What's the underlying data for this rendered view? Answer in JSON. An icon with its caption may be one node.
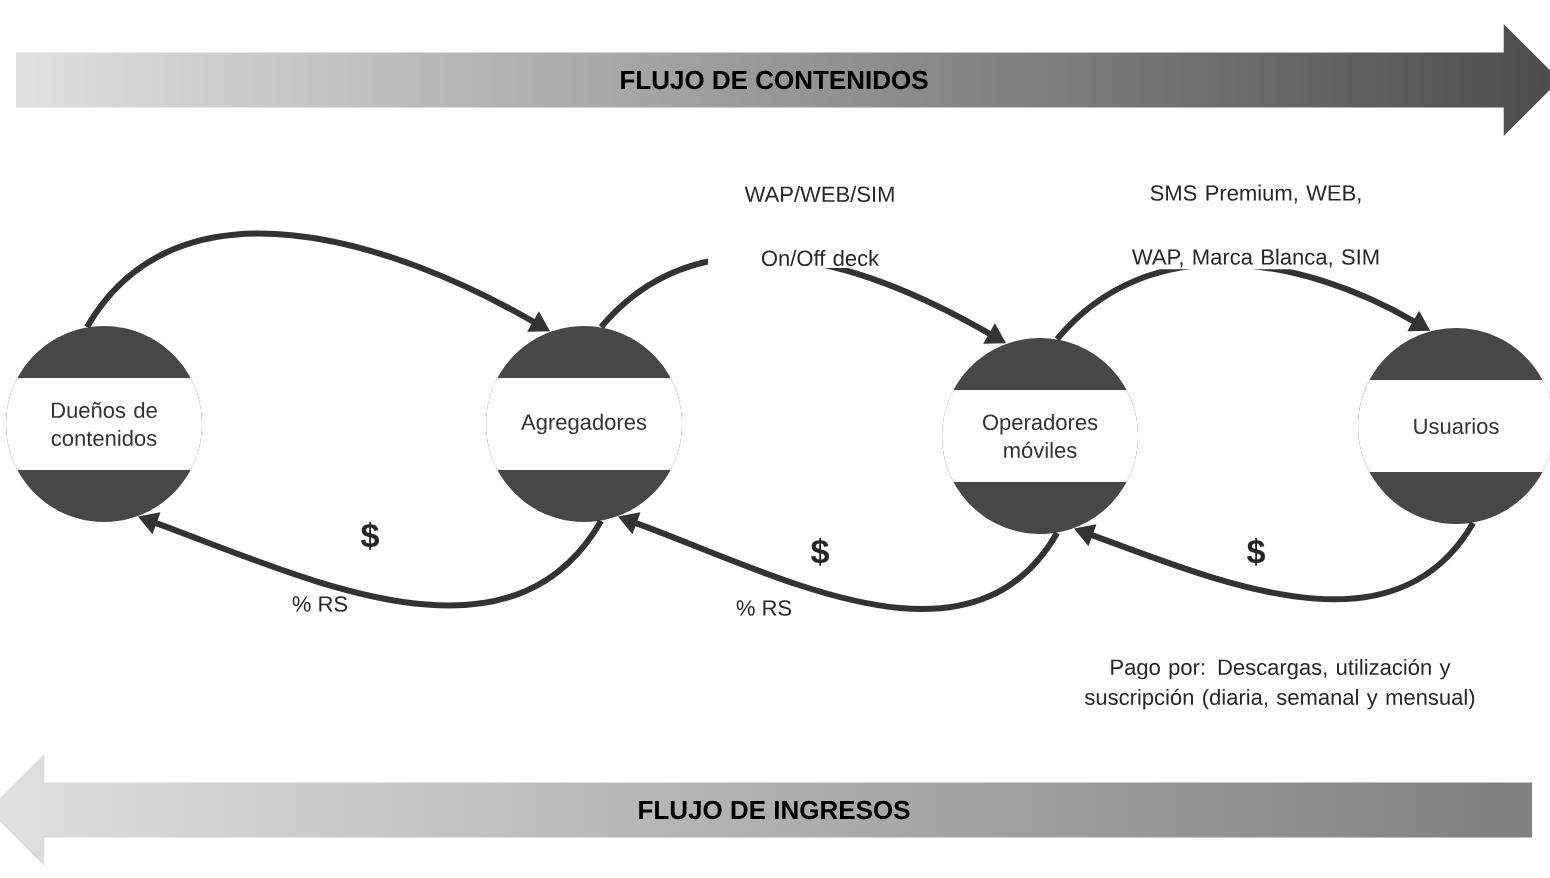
{
  "diagram": {
    "nodes": [
      {
        "text": [
          "FLUJO DE  CONTENIDOS"
        ]
      },
      {
        "text": [
          "Dueños de contenidos"
        ]
      },
      {
        "text": [
          "Agregadores"
        ]
      },
      {
        "text": [
          "Operadores móviles"
        ]
      },
      {
        "text": [
          "Usuarios"
        ]
      },
      {
        "text": [
          "FLUJO DE  INGRESOS"
        ]
      }
    ],
    "edges": [
      {
        "from": 1,
        "to": 2,
        "arrow": "to"
      },
      {
        "from": 2,
        "to": 3,
        "arrow": "to",
        "label": "WAP/WEB/SIM On/Off deck"
      },
      {
        "from": 3,
        "to": 4,
        "arrow": "to",
        "label": "SMS Premium, WEB, WAP, Marca Blanca, SIM"
      },
      {
        "from": 2,
        "to": 1,
        "arrow": "to",
        "label": "$"
      },
      {
        "from": 3,
        "to": 2,
        "arrow": "to",
        "label": "$"
      },
      {
        "from": 4,
        "to": 3,
        "arrow": "to",
        "label": "$"
      }
    ],
    "labels": [
      "% RS",
      "% RS",
      "Pago por: Descargas, utilización y suscripción (diaria, semanal y mensual)"
    ]
  }
}
